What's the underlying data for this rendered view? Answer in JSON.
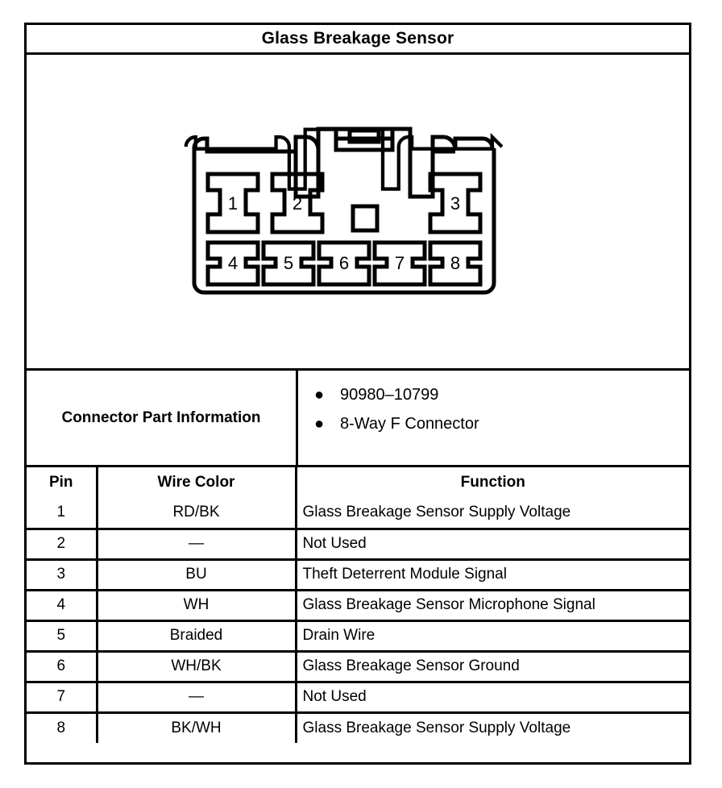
{
  "title": "Glass Breakage Sensor",
  "figure": {
    "name": "8-way-connector-face-view",
    "top_row_pins": [
      "1",
      "2",
      "3"
    ],
    "bottom_row_pins": [
      "4",
      "5",
      "6",
      "7",
      "8"
    ]
  },
  "connector_part_information": {
    "label": "Connector Part Information",
    "bullet_glyph": "●",
    "items": [
      "90980–10799",
      "8-Way F Connector"
    ]
  },
  "pin_table": {
    "headers": [
      "Pin",
      "Wire Color",
      "Function"
    ],
    "rows": [
      {
        "pin": "1",
        "wire_color": "RD/BK",
        "function": "Glass Breakage Sensor Supply Voltage"
      },
      {
        "pin": "2",
        "wire_color": "—",
        "function": "Not Used"
      },
      {
        "pin": "3",
        "wire_color": "BU",
        "function": "Theft Deterrent Module Signal"
      },
      {
        "pin": "4",
        "wire_color": "WH",
        "function": "Glass Breakage Sensor Microphone Signal"
      },
      {
        "pin": "5",
        "wire_color": "Braided",
        "function": "Drain Wire"
      },
      {
        "pin": "6",
        "wire_color": "WH/BK",
        "function": "Glass Breakage Sensor Ground"
      },
      {
        "pin": "7",
        "wire_color": "—",
        "function": "Not Used"
      },
      {
        "pin": "8",
        "wire_color": "BK/WH",
        "function": "Glass Breakage Sensor Supply Voltage"
      }
    ]
  },
  "colors": {
    "ink": "#000000",
    "paper": "#ffffff"
  }
}
